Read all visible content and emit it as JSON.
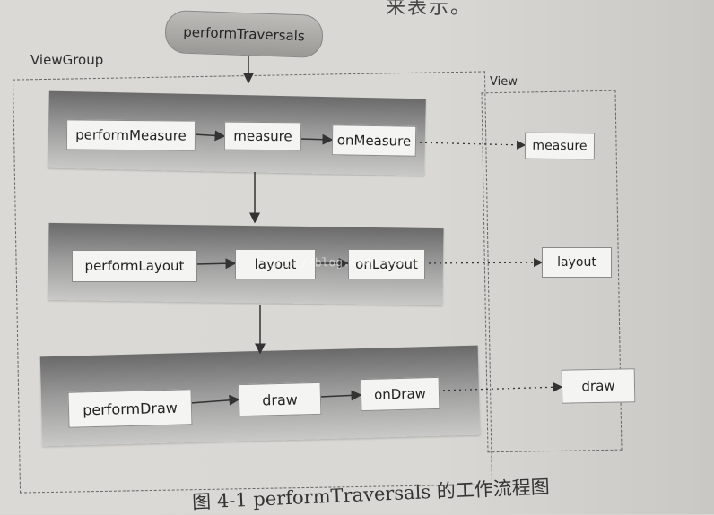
{
  "top_fragment": "来表示。",
  "start_node": "performTraversals",
  "containers": {
    "viewgroup_label": "ViewGroup",
    "view_label": "View"
  },
  "rows": [
    {
      "perform": "performMeasure",
      "step": "measure",
      "on": "onMeasure",
      "view": "measure"
    },
    {
      "perform": "performLayout",
      "step": "layout",
      "on": "onLayout",
      "view": "layout"
    },
    {
      "perform": "performDraw",
      "step": "draw",
      "on": "onDraw",
      "view": "draw"
    }
  ],
  "watermark": "http://blog.csdn.net/",
  "caption": "图 4-1   performTraversals 的工作流程图"
}
